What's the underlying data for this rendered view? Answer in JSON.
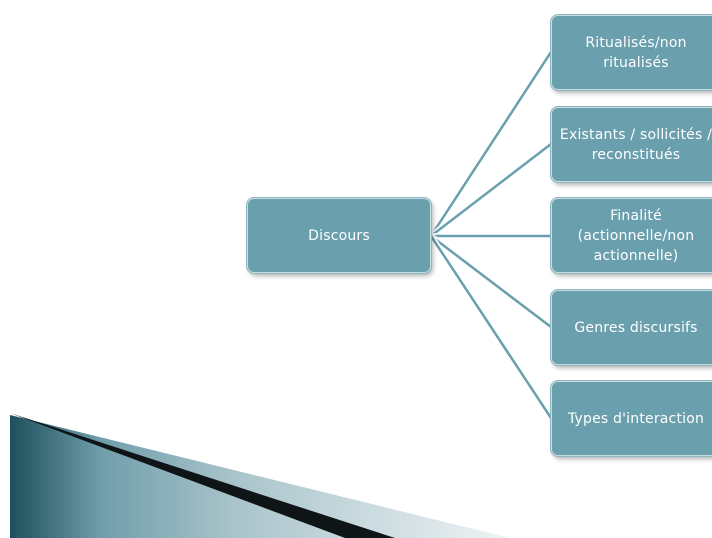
{
  "diagram": {
    "root": {
      "label": "Discours"
    },
    "children": [
      {
        "label": "Ritualisés/non ritualisés"
      },
      {
        "label": "Existants / sollicités / reconstitués"
      },
      {
        "label": "Finalité (actionnelle/non actionnelle)"
      },
      {
        "label": "Genres discursifs"
      },
      {
        "label": "Types d'interaction"
      }
    ]
  },
  "colors": {
    "node_fill": "#6a9fae",
    "node_border": "#c7dde3",
    "connector": "#6a9fae",
    "wedge_dark": "#1f4f5c",
    "wedge_light": "#dfe8ea"
  }
}
